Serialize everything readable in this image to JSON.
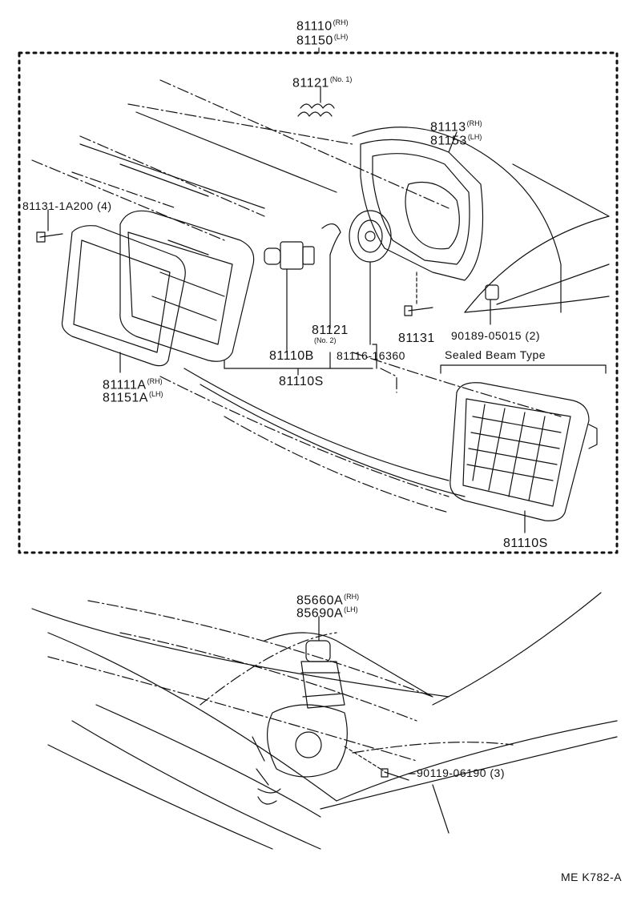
{
  "parts": {
    "p81110": {
      "num": "81110",
      "suffix": "(RH)"
    },
    "p81150": {
      "num": "81150",
      "suffix": "(LH)"
    },
    "p81121_1": {
      "num": "81121",
      "suffix": "(No. 1)"
    },
    "p81113": {
      "num": "81113",
      "suffix": "(RH)"
    },
    "p81153": {
      "num": "81153",
      "suffix": "(LH)"
    },
    "p81131_1a200": {
      "num": "81131-1A200",
      "suffix": "(4)"
    },
    "p81121_2": {
      "num": "81121",
      "suffix": "(No. 2)"
    },
    "p81131": {
      "num": "81131"
    },
    "p90189": {
      "num": "90189-05015",
      "suffix": "(2)"
    },
    "p81110b": {
      "num": "81110B"
    },
    "p81116": {
      "num": "81116-16360"
    },
    "p81110s": {
      "num": "81110S"
    },
    "p81111a": {
      "num": "81111A",
      "suffix": "(RH)"
    },
    "p81151a": {
      "num": "81151A",
      "suffix": "(LH)"
    },
    "p81110s_sb": {
      "num": "81110S"
    },
    "p85660a": {
      "num": "85660A",
      "suffix": "(RH)"
    },
    "p85690a": {
      "num": "85690A",
      "suffix": "(LH)"
    },
    "p90119": {
      "num": "90119-06190",
      "suffix": "(3)"
    }
  },
  "sealed_beam_title": "Sealed Beam Type",
  "figure_code": "ME K782-A"
}
